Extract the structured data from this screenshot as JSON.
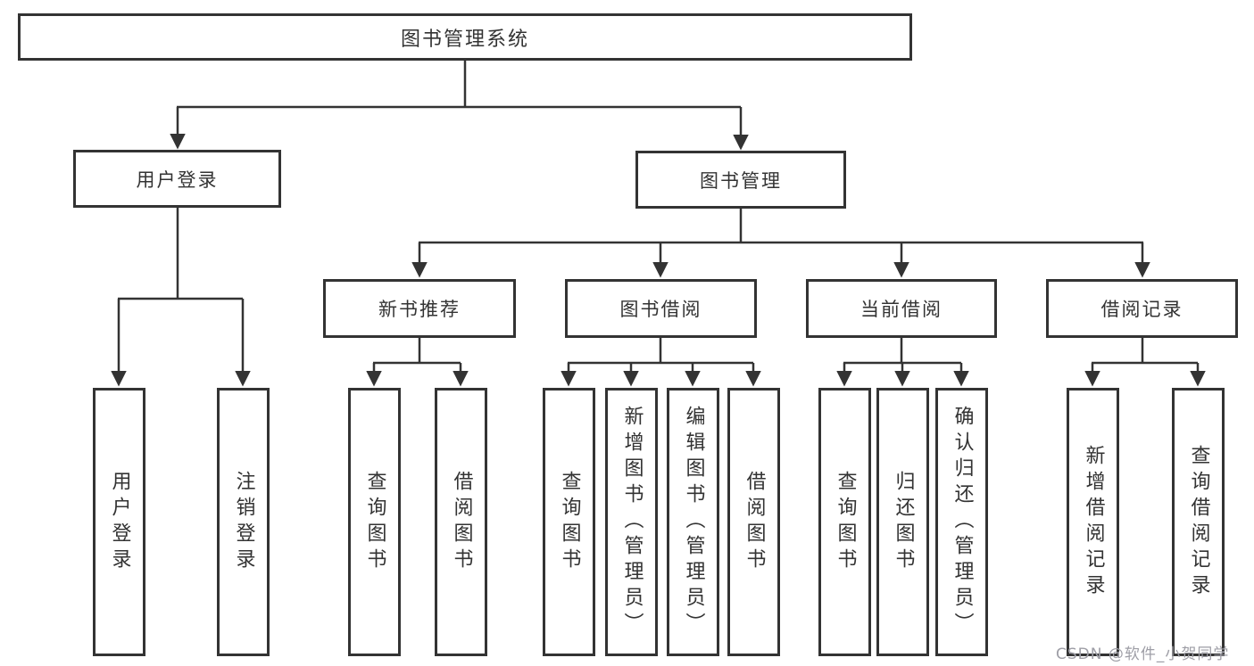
{
  "diagram": {
    "root": {
      "label": "图书管理系统"
    },
    "branches": [
      {
        "label": "用户登录",
        "children": [
          {
            "label": "用户登录"
          },
          {
            "label": "注销登录"
          }
        ]
      },
      {
        "label": "图书管理",
        "children": [
          {
            "label": "新书推荐",
            "children": [
              {
                "label": "查询图书"
              },
              {
                "label": "借阅图书"
              }
            ]
          },
          {
            "label": "图书借阅",
            "children": [
              {
                "label": "查询图书"
              },
              {
                "label": "新增图书（管理员）"
              },
              {
                "label": "编辑图书（管理员）"
              },
              {
                "label": "借阅图书"
              }
            ]
          },
          {
            "label": "当前借阅",
            "children": [
              {
                "label": "查询图书"
              },
              {
                "label": "归还图书"
              },
              {
                "label": "确认归还（管理员）"
              }
            ]
          },
          {
            "label": "借阅记录",
            "children": [
              {
                "label": "新增借阅记录"
              },
              {
                "label": "查询借阅记录"
              }
            ]
          }
        ]
      }
    ]
  },
  "watermark": {
    "text": "CSDN @软件_小贺同学"
  },
  "colors": {
    "line": "#333333",
    "box_border": "#333333",
    "text": "#333333",
    "watermark": "#9e9ea6",
    "background": "#ffffff"
  }
}
